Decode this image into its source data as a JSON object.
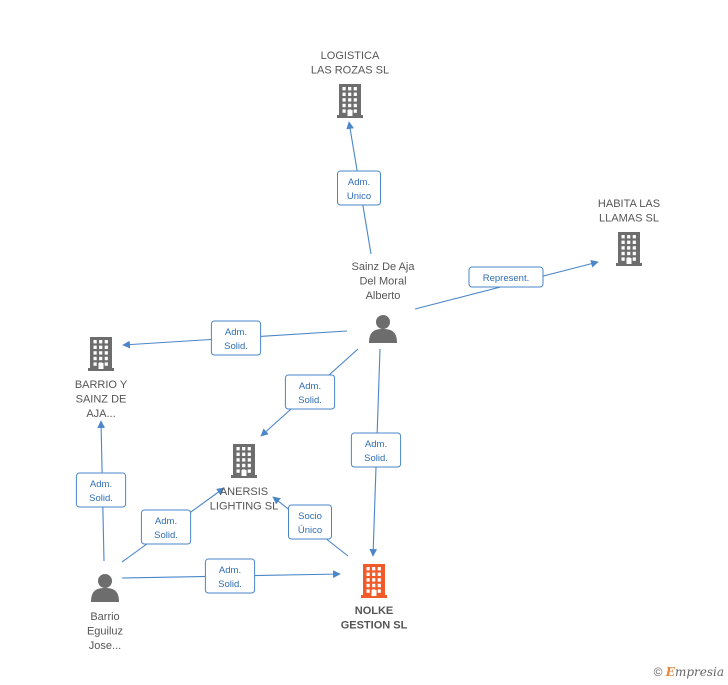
{
  "colors": {
    "building": "#6d6d6d",
    "building_main": "#f15a29",
    "person": "#6d6d6d",
    "edge": "#4a86c8"
  },
  "nodes": [
    {
      "id": "logistica",
      "type": "company",
      "label": [
        "LOGISTICA",
        "LAS ROZAS SL"
      ]
    },
    {
      "id": "habita",
      "type": "company",
      "label": [
        "HABITA LAS",
        "LLAMAS SL"
      ]
    },
    {
      "id": "sainz",
      "type": "person",
      "label": [
        "Sainz De Aja",
        "Del Moral",
        "Alberto"
      ]
    },
    {
      "id": "barrio_sainz",
      "type": "company",
      "label": [
        "BARRIO Y",
        "SAINZ DE",
        "AJA..."
      ]
    },
    {
      "id": "anersis",
      "type": "company",
      "label": [
        "ANERSIS",
        "LIGHTING SL"
      ]
    },
    {
      "id": "nolke",
      "type": "company_main",
      "label": [
        "NOLKE",
        "GESTION SL"
      ]
    },
    {
      "id": "barrio_eguiluz",
      "type": "person",
      "label": [
        "Barrio",
        "Eguiluz",
        "Jose..."
      ]
    }
  ],
  "edges": [
    {
      "from": "sainz",
      "to": "logistica",
      "label": [
        "Adm.",
        "Unico"
      ]
    },
    {
      "from": "sainz",
      "to": "habita",
      "label": [
        "Represent."
      ]
    },
    {
      "from": "sainz",
      "to": "barrio_sainz",
      "label": [
        "Adm.",
        "Solid."
      ]
    },
    {
      "from": "sainz",
      "to": "anersis",
      "label": [
        "Adm.",
        "Solid."
      ]
    },
    {
      "from": "sainz",
      "to": "nolke",
      "label": [
        "Adm.",
        "Solid."
      ]
    },
    {
      "from": "nolke",
      "to": "anersis",
      "label": [
        "Socio",
        "Único"
      ]
    },
    {
      "from": "barrio_eguiluz",
      "to": "barrio_sainz",
      "label": [
        "Adm.",
        "Solid."
      ]
    },
    {
      "from": "barrio_eguiluz",
      "to": "anersis",
      "label": [
        "Adm.",
        "Solid."
      ]
    },
    {
      "from": "barrio_eguiluz",
      "to": "nolke",
      "label": [
        "Adm.",
        "Solid."
      ]
    }
  ],
  "footer": {
    "copyright": "©",
    "brand_initial": "E",
    "brand_rest": "mpresia"
  }
}
